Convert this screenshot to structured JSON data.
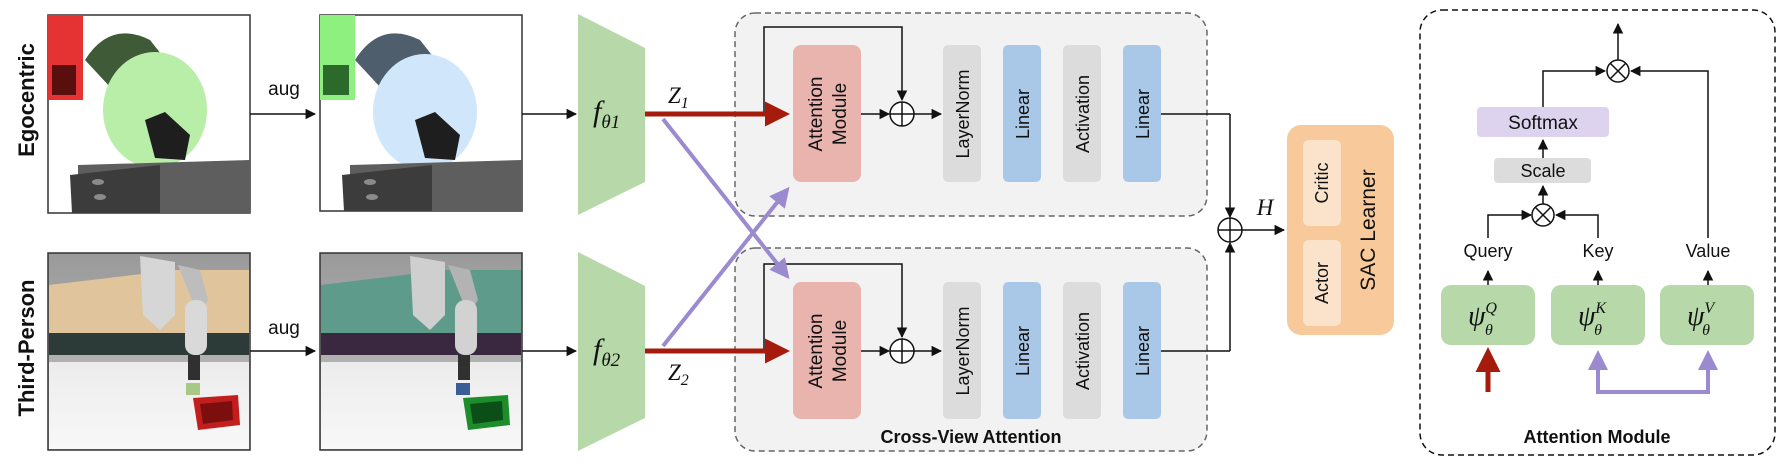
{
  "views": {
    "egocentric_label": "Egocentric",
    "third_person_label": "Third-Person",
    "aug_label": "aug"
  },
  "encoders": {
    "top": {
      "name": "f",
      "subscript": "θ1",
      "output": "Z",
      "output_sub": "1"
    },
    "bottom": {
      "name": "f",
      "subscript": "θ2",
      "output": "Z",
      "output_sub": "2"
    }
  },
  "cross_view": {
    "title": "Cross-View Attention",
    "attention_module": "Attention Module",
    "attention_line1": "Attention",
    "attention_line2": "Module",
    "layernorm": "LayerNorm",
    "linear": "Linear",
    "activation": "Activation"
  },
  "fusion": {
    "h_label": "H"
  },
  "sac": {
    "title": "SAC Learner",
    "critic": "Critic",
    "actor": "Actor"
  },
  "attention_detail": {
    "title": "Attention Module",
    "softmax": "Softmax",
    "scale": "Scale",
    "query": "Query",
    "key": "Key",
    "value": "Value",
    "psi_q": "Q",
    "psi_k": "K",
    "psi_v": "V",
    "psi_sub": "θ"
  },
  "colors": {
    "encoder_green": "#b7d9a9",
    "attention_red": "#e8b4ad",
    "norm_gray": "#dcdcdc",
    "linear_blue": "#a9c8e8",
    "sac_orange": "#f8c99a",
    "sac_inner": "#fbe3cb",
    "softmax_purple": "#ddd3ee",
    "psi_green": "#b7d9a9",
    "arrow_red": "#a61c0c",
    "arrow_purple": "#9b8ad0"
  }
}
